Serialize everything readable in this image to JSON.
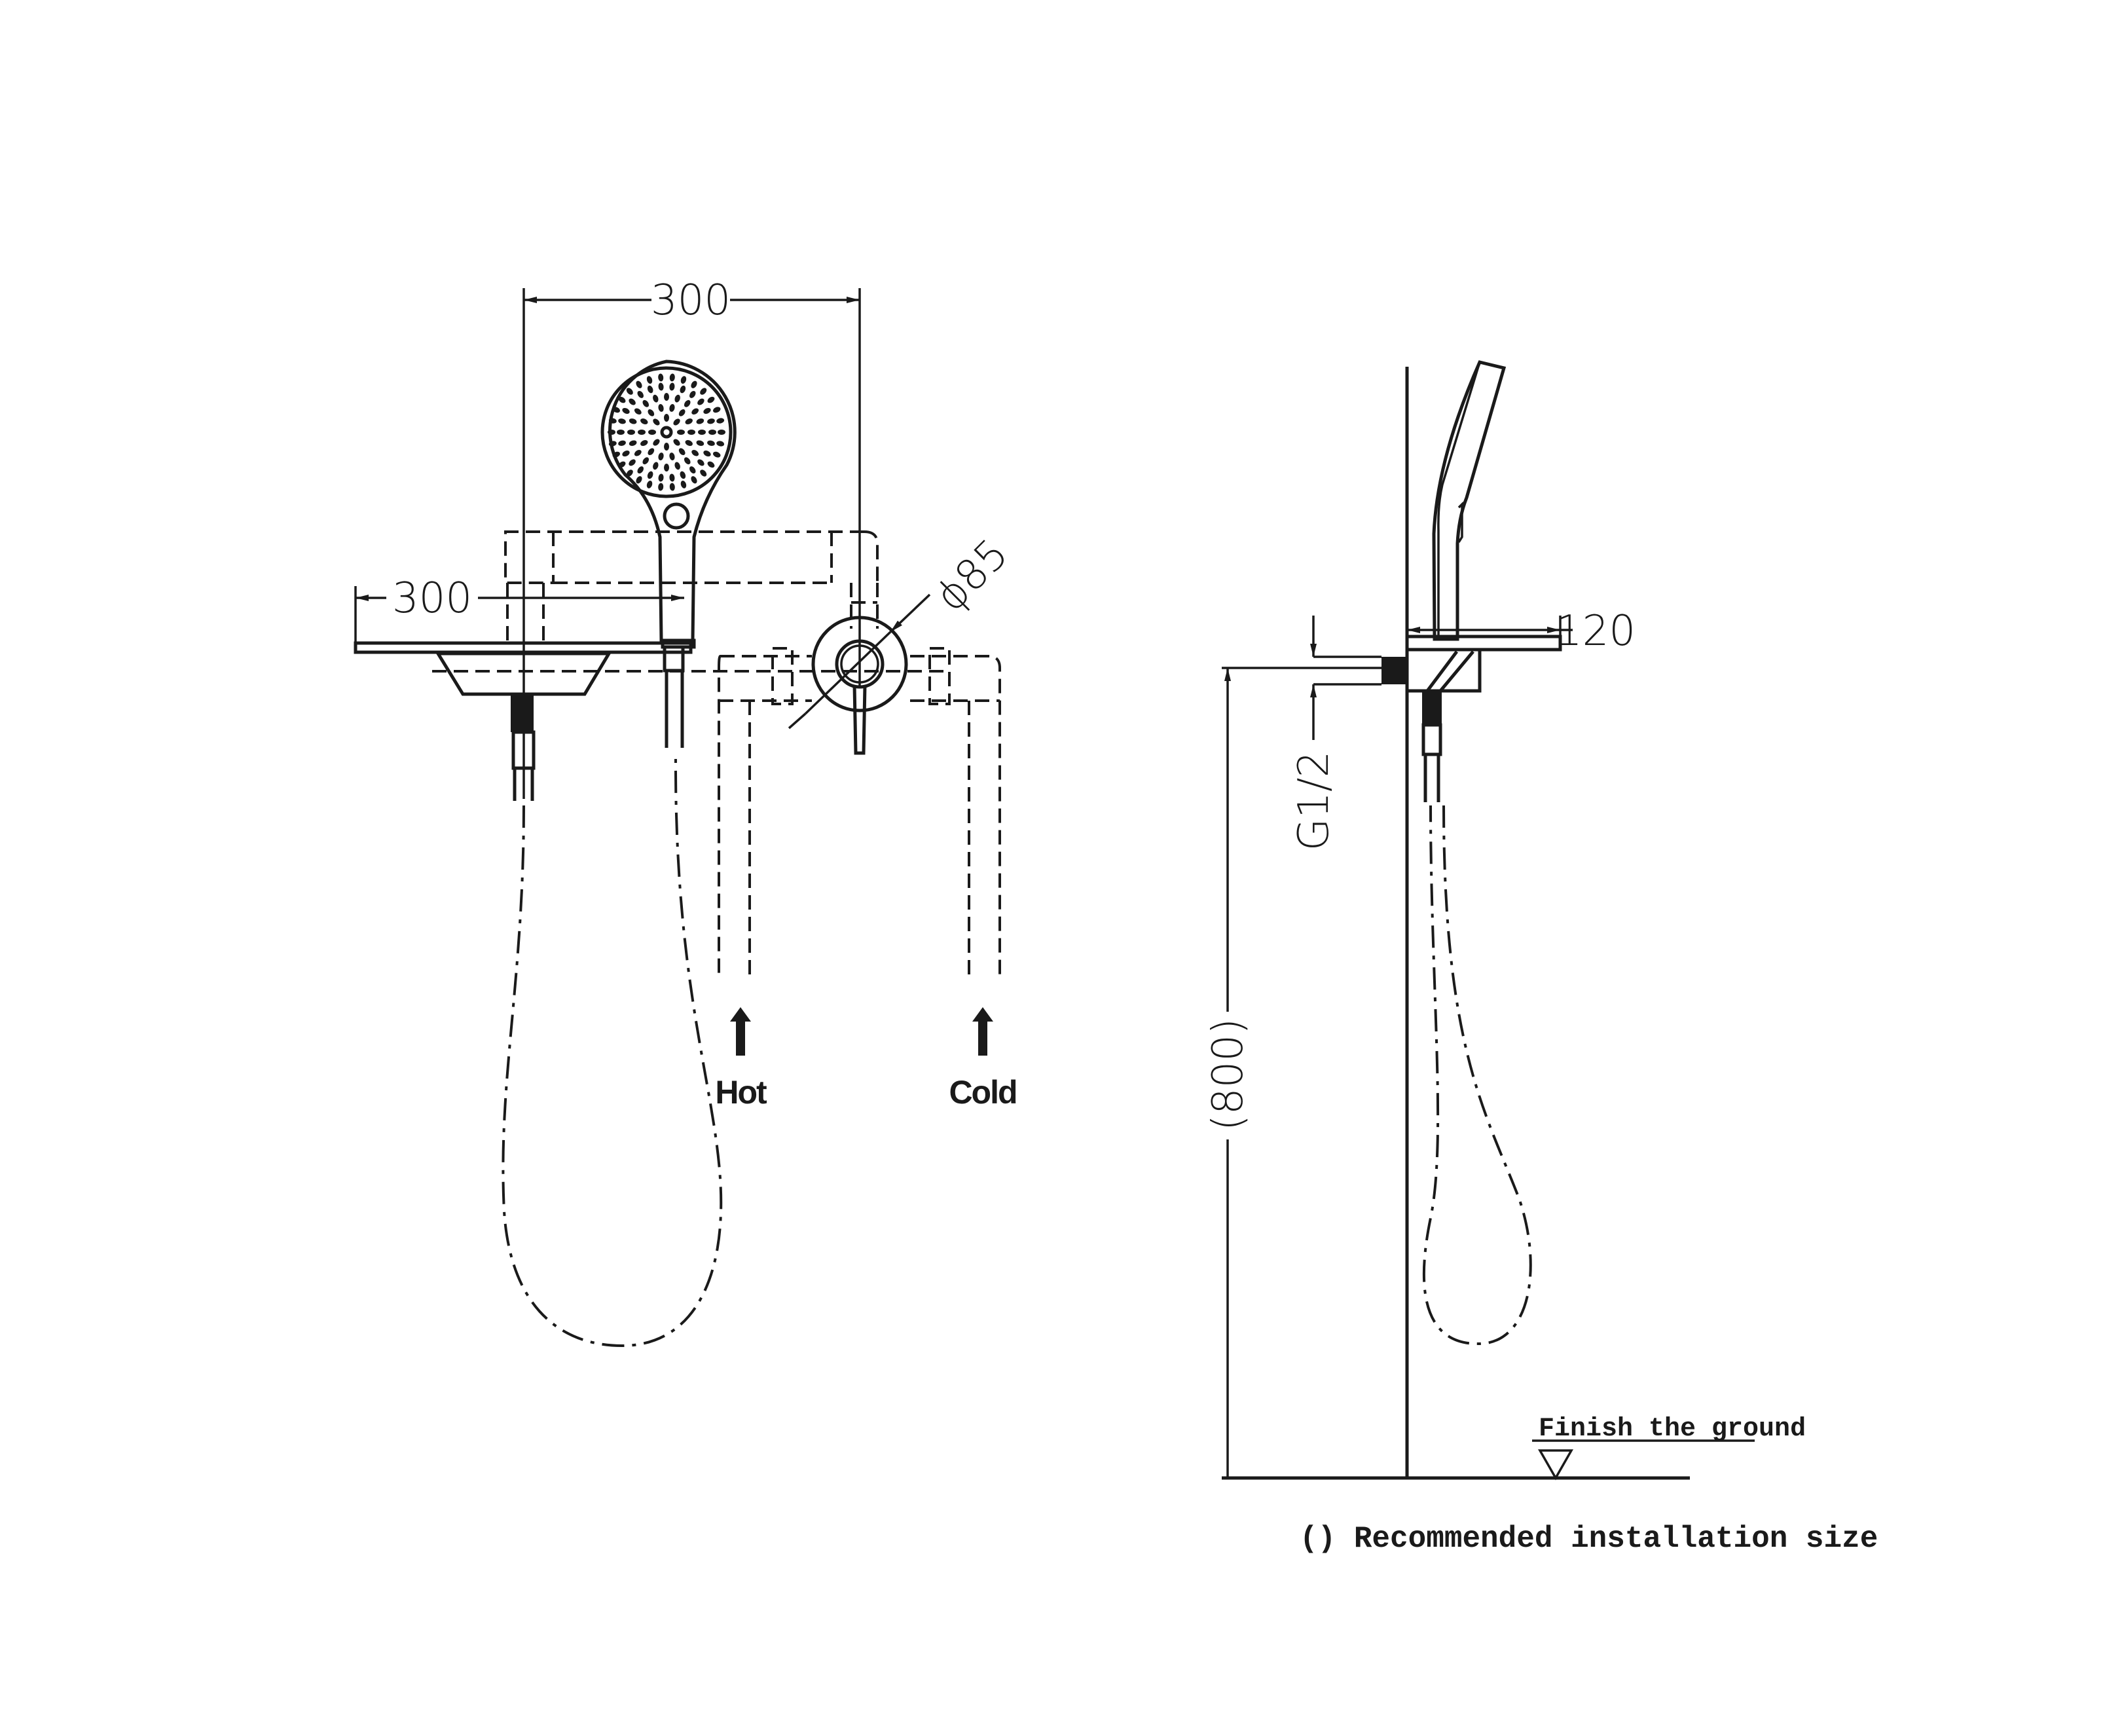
{
  "front_view": {
    "dim_top_width": "300",
    "dim_shelf_width": "300",
    "dim_valve_diameter": "ϕ85",
    "inlet_hot": "Hot",
    "inlet_cold": "Cold"
  },
  "side_view": {
    "dim_depth": "120",
    "dim_thread": "G1/2",
    "dim_height": "(800)",
    "ground_label": "Finish the ground"
  },
  "footnote": "() Recommended installation size",
  "colors": {
    "line": "#1a1a1a",
    "background": "#ffffff"
  }
}
